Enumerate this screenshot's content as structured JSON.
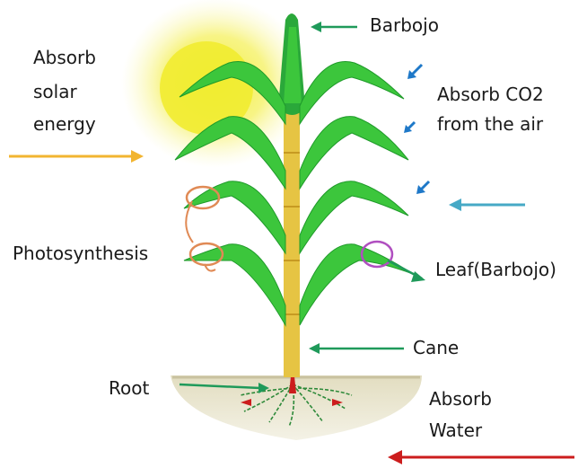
{
  "labels": {
    "barbojo": "Barbojo",
    "solar": [
      "Absorb",
      "solar",
      "energy"
    ],
    "co2": [
      "Absorb CO2",
      "from the air"
    ],
    "photosynthesis": "Photosynthesis",
    "leaf": "Leaf(Barbojo)",
    "cane": "Cane",
    "root": "Root",
    "water": [
      "Absorb",
      "Water"
    ]
  },
  "colors": {
    "leaf": "#3cc63c",
    "leaf_dark": "#1f9a2a",
    "stem": "#e6c443",
    "sun": "#f3ee3a",
    "soil": "#e6e1c8",
    "arrow_green": "#1f9a5a",
    "arrow_gold": "#f2b530",
    "arrow_teal": "#46a9c6",
    "arrow_red": "#cc1d1d",
    "arrow_blue": "#1e78c8",
    "ring_orange": "#e08a55",
    "ring_purple": "#b04fc0"
  }
}
